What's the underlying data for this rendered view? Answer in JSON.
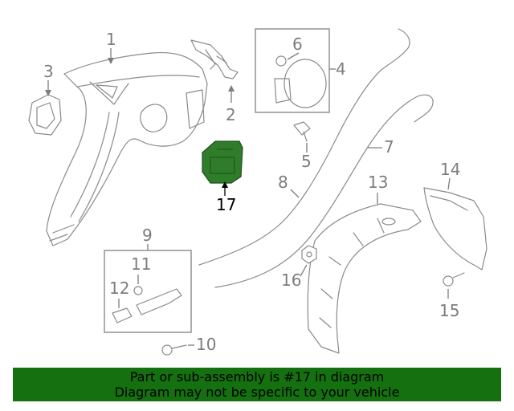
{
  "callouts": [
    {
      "id": "1",
      "label": "1"
    },
    {
      "id": "2",
      "label": "2"
    },
    {
      "id": "3",
      "label": "3"
    },
    {
      "id": "4",
      "label": "4"
    },
    {
      "id": "5",
      "label": "5"
    },
    {
      "id": "6",
      "label": "6"
    },
    {
      "id": "7",
      "label": "7"
    },
    {
      "id": "8",
      "label": "8"
    },
    {
      "id": "9",
      "label": "9"
    },
    {
      "id": "10",
      "label": "10"
    },
    {
      "id": "11",
      "label": "11"
    },
    {
      "id": "12",
      "label": "12"
    },
    {
      "id": "13",
      "label": "13"
    },
    {
      "id": "14",
      "label": "14"
    },
    {
      "id": "15",
      "label": "15"
    },
    {
      "id": "16",
      "label": "16"
    },
    {
      "id": "17",
      "label": "17"
    }
  ],
  "highlight": {
    "part_label": "17",
    "color": "#2f7d2a"
  },
  "footer": {
    "line1": "Part or sub-assembly is #17 in diagram",
    "line2": "Diagram may not be specific to your vehicle",
    "background": "#157010"
  }
}
